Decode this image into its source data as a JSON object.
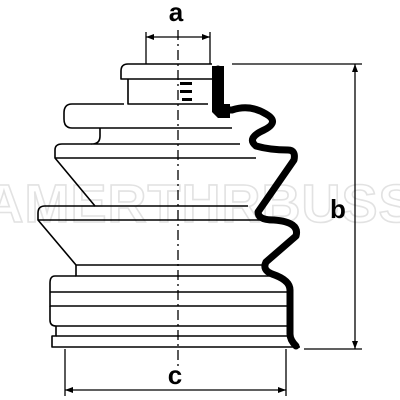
{
  "diagram": {
    "dimensions": {
      "a": "a",
      "b": "b",
      "c": "c"
    },
    "watermark": "AMERTHRBUSS",
    "colors": {
      "line": "#000000",
      "background": "#ffffff",
      "watermark": "#e2e2e2"
    }
  }
}
